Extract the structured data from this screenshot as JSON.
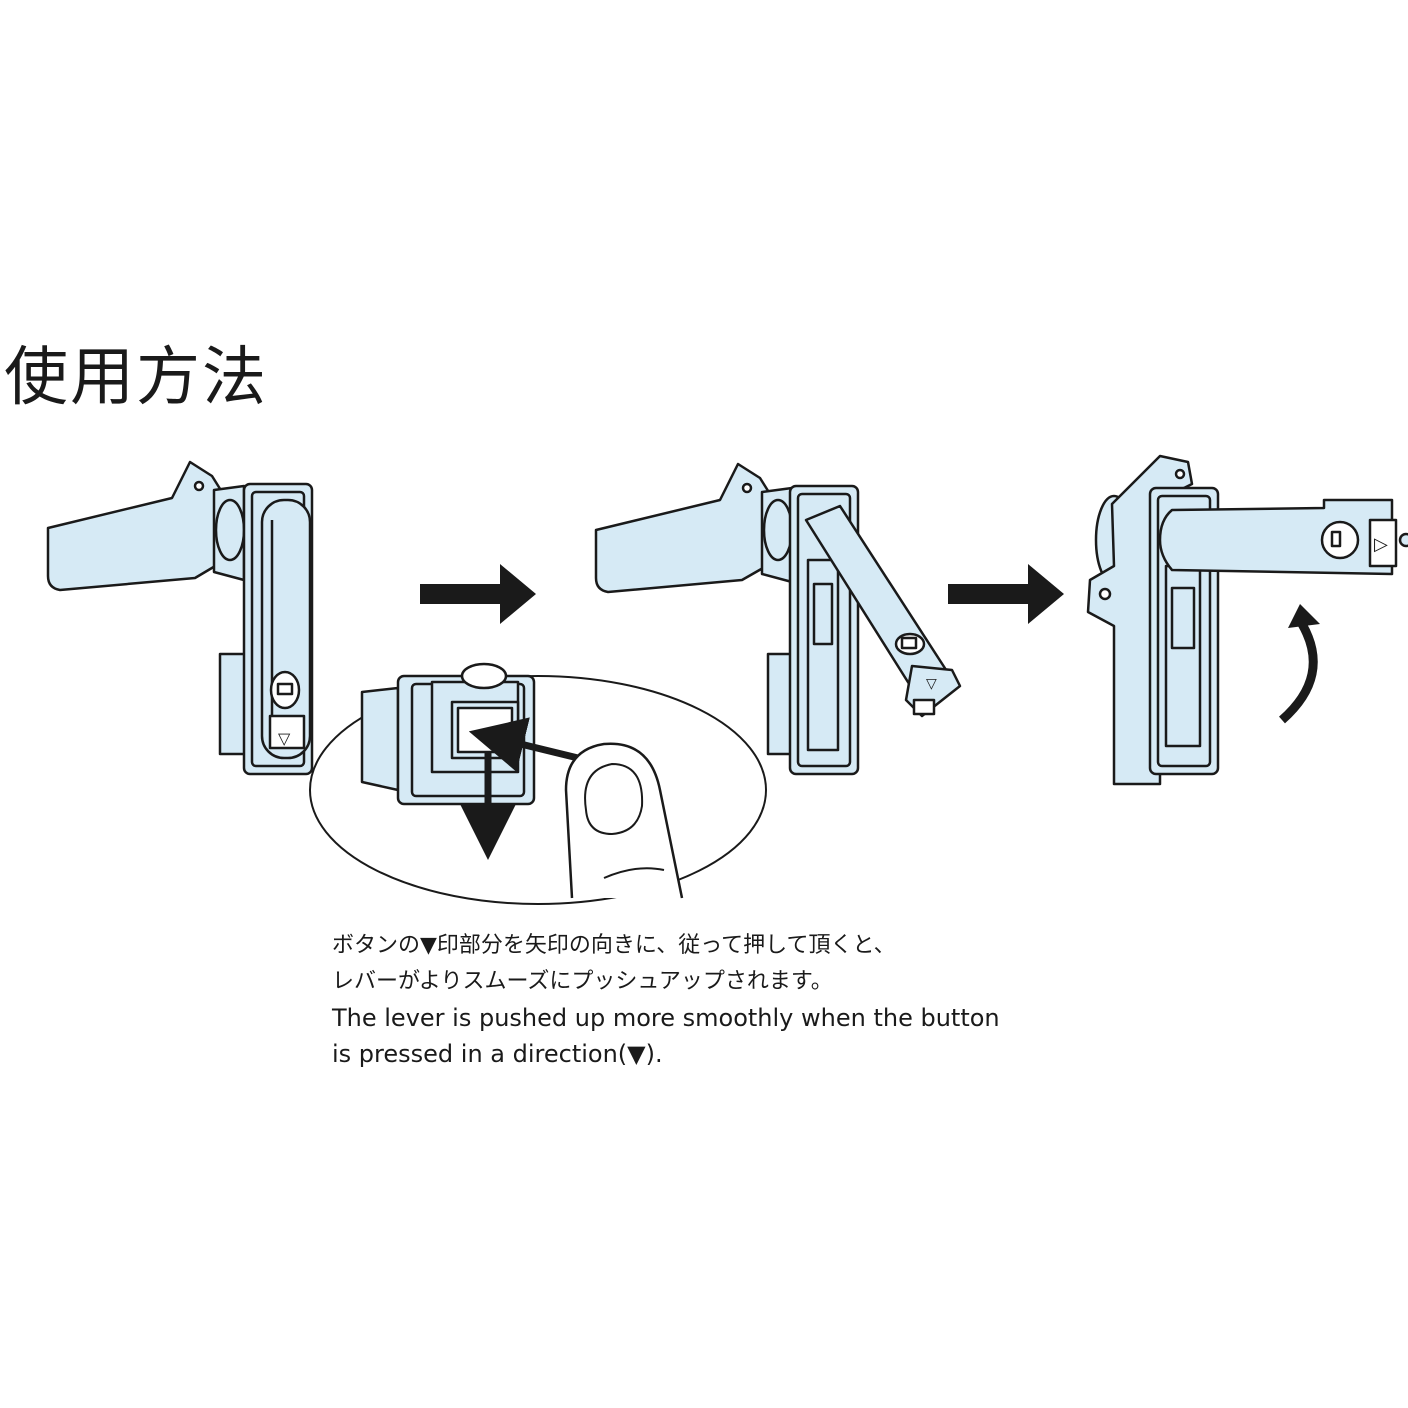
{
  "page": {
    "title": "使用方法"
  },
  "colors": {
    "part_fill": "#d6eaf5",
    "outline": "#1a1a1a",
    "arrow": "#1a1a1a",
    "background": "#ffffff"
  },
  "steps": [
    {
      "name": "lever-closed"
    },
    {
      "name": "lever-pushing-up"
    },
    {
      "name": "lever-open"
    }
  ],
  "button_marks": {
    "triangle": "▽",
    "triangle_right": "▷"
  },
  "caption": {
    "ja_line1": "ボタンの▼印部分を矢印の向きに、従って押して頂くと、",
    "ja_line2": "レバーがよりスムーズにプッシュアップされます。",
    "en_line1": "The lever is pushed up more smoothly when the button",
    "en_line2": "is pressed in a direction(▼)."
  }
}
